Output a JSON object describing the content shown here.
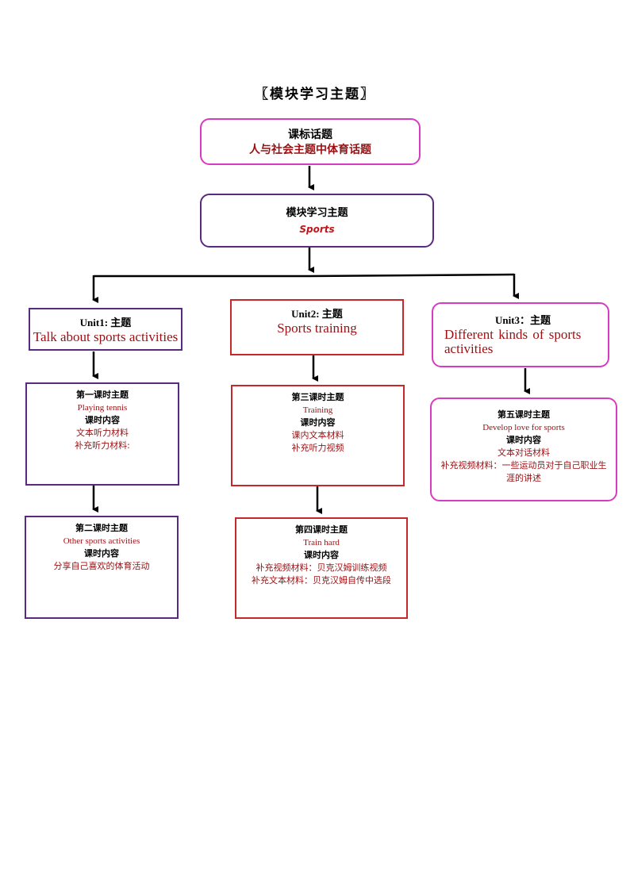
{
  "title": "〖模块学习主题〗",
  "curriculum": {
    "heading": "课标话题",
    "topic": "人与社会主题中体育话题"
  },
  "module": {
    "heading": "模块学习主题",
    "topic": "Sports"
  },
  "units": [
    {
      "label": "Unit1:  主题",
      "topic": "Talk about sports activities",
      "lessons": [
        {
          "heading": "第一课时主题",
          "topic": "Playing tennis",
          "content_label": "课时内容",
          "materials": [
            "文本听力材料",
            "补充听力材料:"
          ]
        },
        {
          "heading": "第二课时主题",
          "topic": "Other sports activities",
          "content_label": "课时内容",
          "materials": [
            "分享自己喜欢的体育活动"
          ]
        }
      ]
    },
    {
      "label": "Unit2:  主题",
      "topic": "Sports training",
      "lessons": [
        {
          "heading": "第三课时主题",
          "topic": "Training",
          "content_label": "课时内容",
          "materials": [
            "课内文本材料",
            "补充听力视频"
          ]
        },
        {
          "heading": "第四课时主题",
          "topic": "Train hard",
          "content_label": "课时内容",
          "materials": [
            "补充视频材料：贝克汉姆训练视频",
            "补充文本材料：贝克汉姆自传中选段"
          ]
        }
      ]
    },
    {
      "label": "Unit3：主题",
      "topic": "Different  kinds  of sports activities",
      "lessons": [
        {
          "heading": "第五课时主题",
          "topic": "Develop love  for sports",
          "content_label": "课时内容",
          "materials": [
            "文本对话材料",
            "补充视频材料：一些运动员对于自己职业生涯的讲述"
          ]
        }
      ]
    }
  ],
  "colors": {
    "pink": "#d63cc0",
    "purple": "#5a2a82",
    "red": "#c8282a",
    "dark_red": "#9b0f12"
  }
}
